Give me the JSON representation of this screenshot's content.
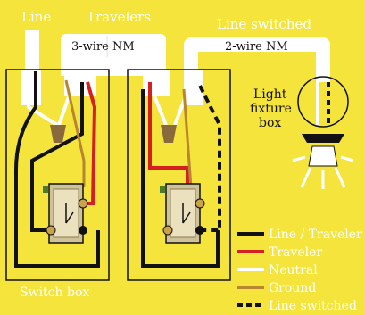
{
  "labels": {
    "line": "Line",
    "travelers": "Travelers",
    "line_switched": "Line switched",
    "three_wire": "3-wire NM",
    "two_wire": "2-wire NM",
    "light_box_1": "Light",
    "light_box_2": "fixture",
    "light_box_3": "box",
    "switch_box": "Switch box"
  },
  "legend": [
    {
      "label": "Line / Traveler",
      "color": "#111111",
      "style": "solid"
    },
    {
      "label": "Traveler",
      "color": "#d42020",
      "style": "solid"
    },
    {
      "label": "Neutral",
      "color": "#ffffff",
      "style": "solid"
    },
    {
      "label": "Ground",
      "color": "#b8862f",
      "style": "solid"
    },
    {
      "label": "Line switched",
      "color": "#111111",
      "style": "dashed"
    }
  ],
  "colors": {
    "background": "#f5e43c",
    "black_wire": "#111111",
    "red_wire": "#d42020",
    "white_wire": "#ffffff",
    "ground_wire": "#b8862f",
    "cable_sheath": "#ffffff"
  }
}
